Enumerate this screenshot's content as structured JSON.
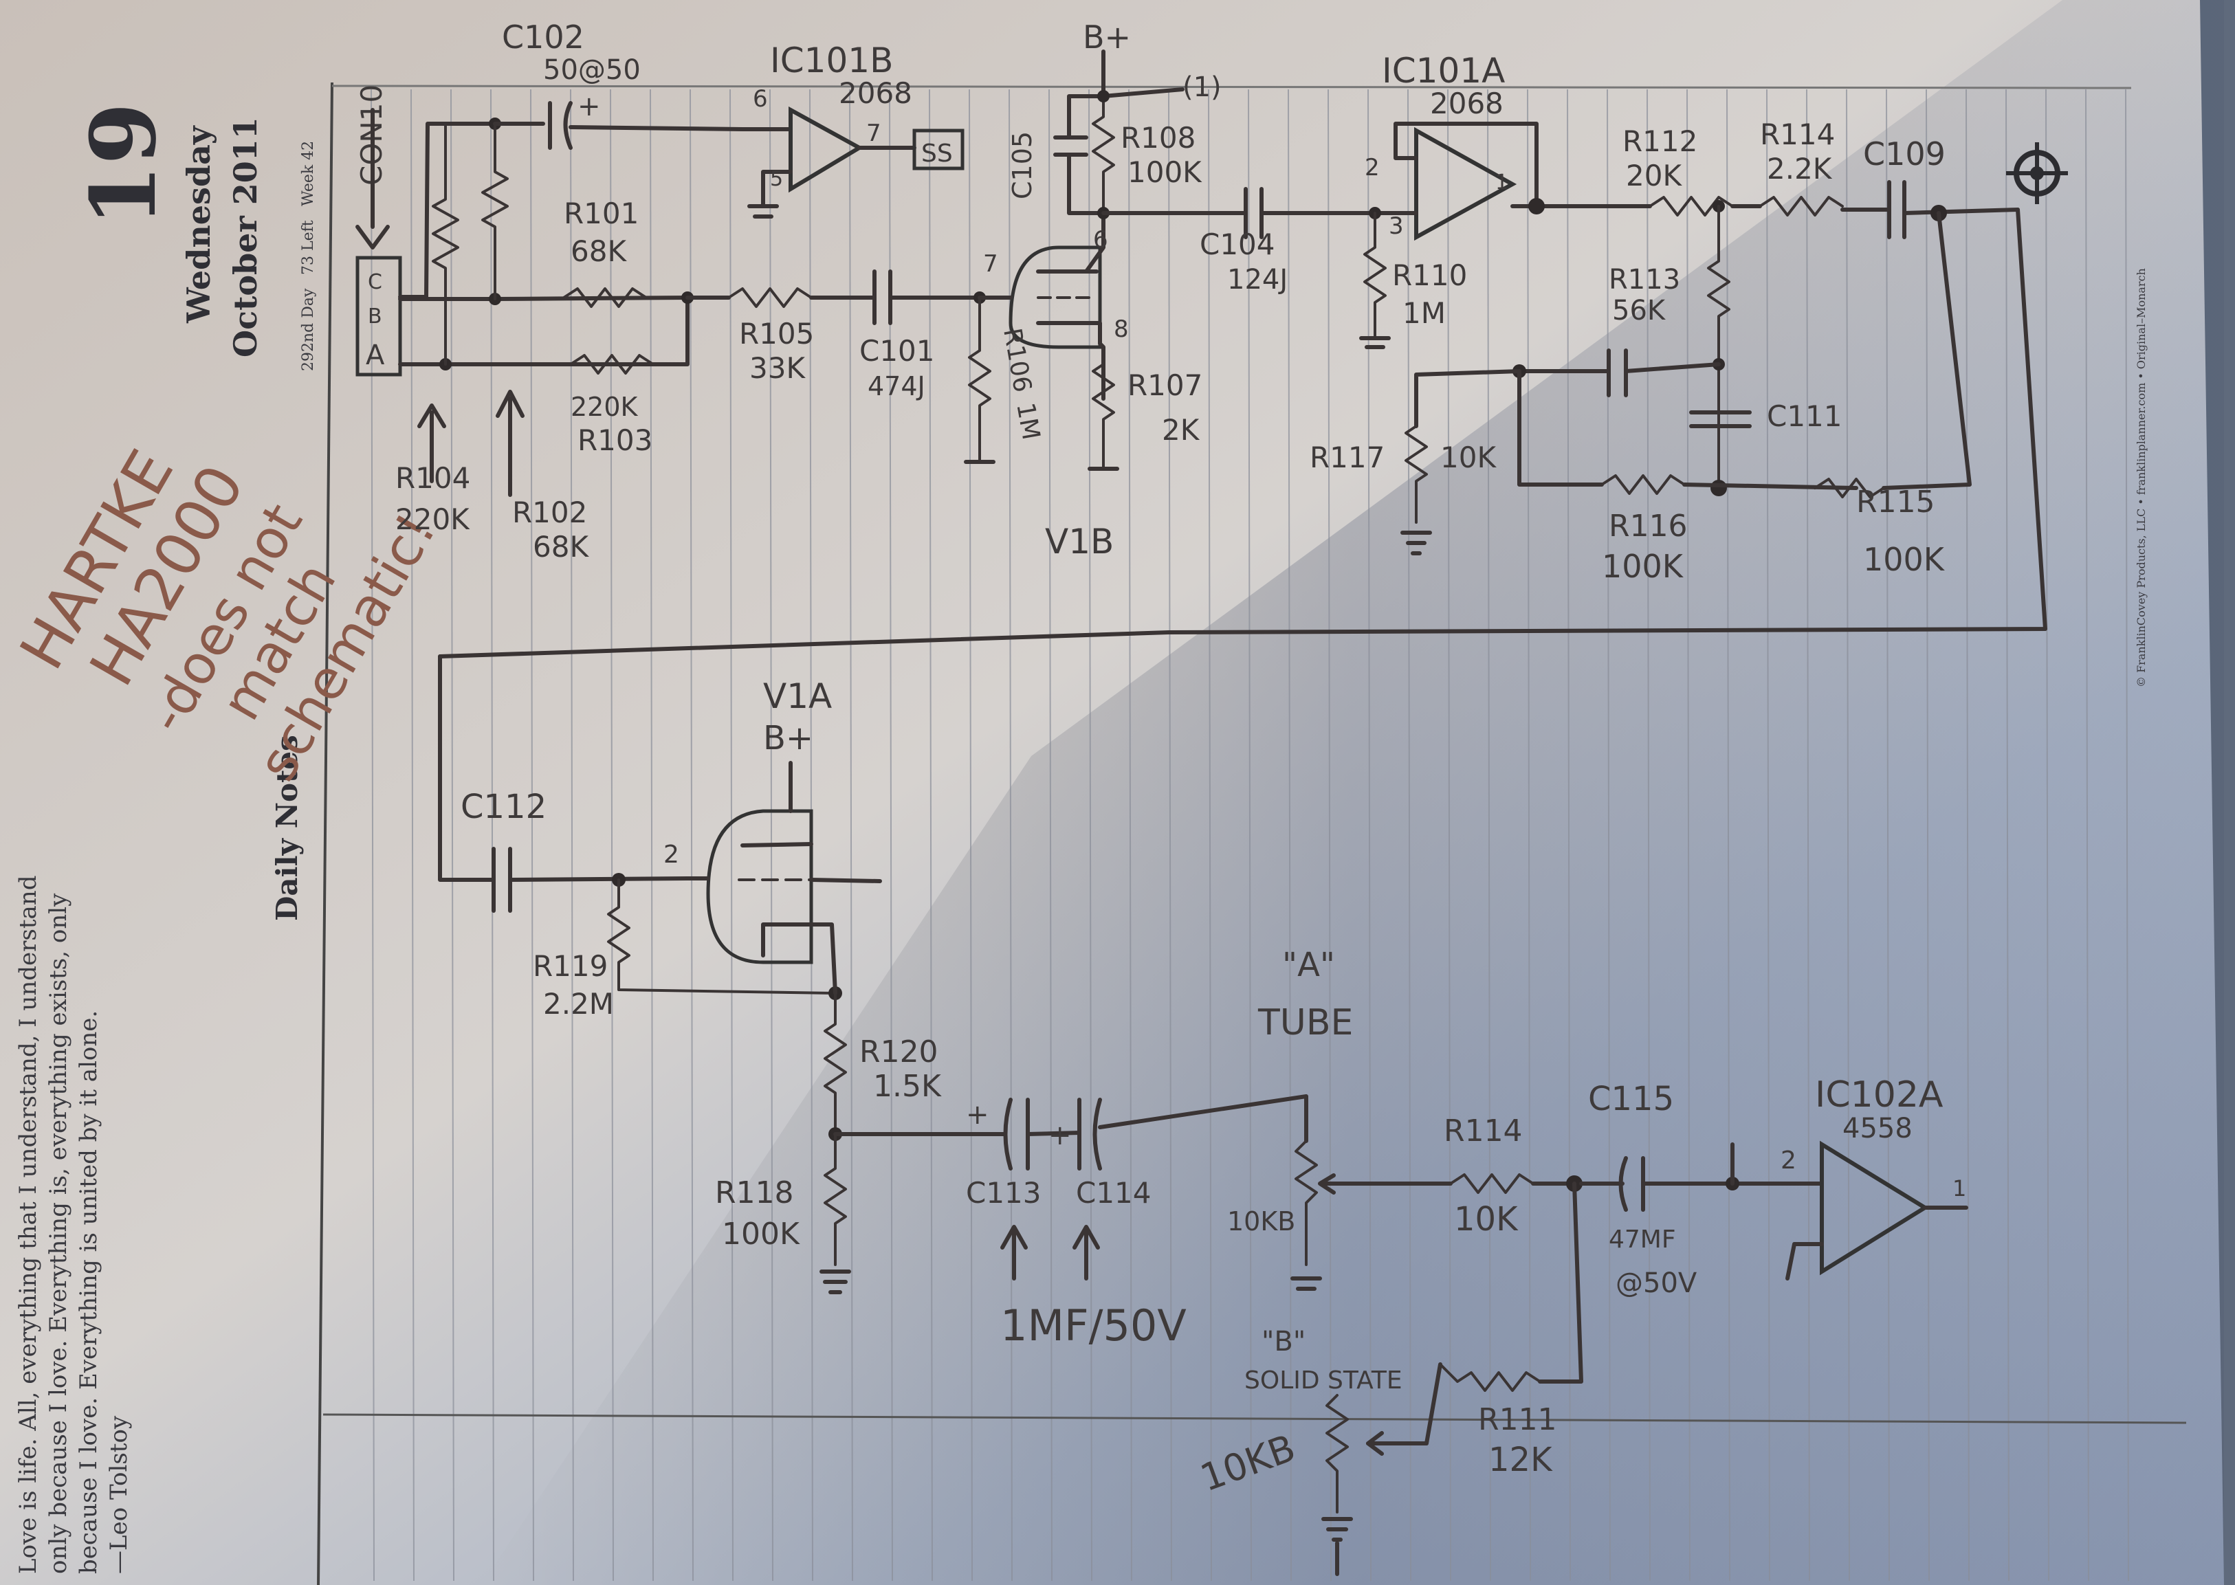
{
  "planner": {
    "day_number": "19",
    "weekday": "Wednesday",
    "month_year": "October 2011",
    "day_of_year": "292nd Day",
    "days_left": "73 Left",
    "week": "Week 42",
    "section_title": "Daily Notes",
    "quote": [
      "Love is life. All, everything that I understand, I understand",
      "only because I love. Everything is, everything exists, only",
      "because I love. Everything is united by it alone.",
      "—Leo Tolstoy"
    ],
    "copyright": "© FranklinCovey Products, LLC • franklinplanner.com • Original–Monarch"
  },
  "margin_note": {
    "line1": "HARTKE",
    "line2": "HA2000",
    "line3": "-does not",
    "line4": "match",
    "line5": "schematic!"
  },
  "schematic": {
    "connector": "CON10",
    "connector_pins": [
      "A",
      "B",
      "C"
    ],
    "top_labels": {
      "c102": "C102",
      "c102_value": "50@50",
      "ic101b": "IC101B",
      "ic101b_part": "2068",
      "ic101a": "IC101A",
      "ic101a_part": "2068",
      "ss_box": "SS",
      "bplus_top": "B+",
      "net_1": "(1)",
      "pin6_ic": "6",
      "pin7_ic": "7",
      "pin5_ic": "5",
      "pin2_a": "2",
      "pin3_a": "3",
      "pin1_a": "1",
      "tube_pin6": "6",
      "tube_pin7": "7",
      "tube_pin8": "8"
    },
    "components_top": {
      "r101": "R101",
      "r101_value": "68K",
      "r103": "R103",
      "r103_value": "220K",
      "r104": "R104",
      "r104_value": "220K",
      "r102": "R102",
      "r102_value": "68K",
      "r105": "R105",
      "r105_value": "33K",
      "c101": "C101",
      "c101_value": "474J",
      "r106": "R106",
      "r106_value": "1M",
      "c105": "C105",
      "r108": "R108",
      "r108_value": "100K",
      "r107": "R107",
      "r107_value": "2K",
      "c104": "C104",
      "c104_value": "124J",
      "r110": "R110",
      "r110_value": "1M",
      "v1b": "V1B",
      "r112": "R112",
      "r112_value": "20K",
      "r114": "R114",
      "r114_value": "2.2K",
      "c109": "C109",
      "r113": "R113",
      "r113_value": "56K",
      "c111": "C111",
      "r117": "R117",
      "r117_value": "10K",
      "r116": "R116",
      "r116_value": "100K",
      "r115": "R115",
      "r115_value": "100K"
    },
    "components_bottom": {
      "c112": "C112",
      "v1a": "V1A",
      "bplus": "B+",
      "grid_pin": "2",
      "r119": "R119",
      "r119_value": "2.2M",
      "r120": "R120",
      "r120_value": "1.5K",
      "r118": "R118",
      "r118_value": "100K",
      "c113": "C113",
      "c114": "C114",
      "cap_value": "1MF/50V",
      "tube_a_line1": "\"A\"",
      "tube_a_line2": "TUBE",
      "pot_a": "10KB",
      "r114b": "R114",
      "r114b_value": "10K",
      "c115": "C115",
      "c115_value_1": "47MF",
      "c115_value_2": "@50V",
      "ic102a": "IC102A",
      "ic102a_part": "4558",
      "ic102_pin2": "2",
      "ic102_pin1": "1",
      "b_solid_line1": "\"B\"",
      "b_solid_line2": "SOLID STATE",
      "pot_b": "10KB",
      "r111": "R111",
      "r111_value": "12K"
    }
  }
}
